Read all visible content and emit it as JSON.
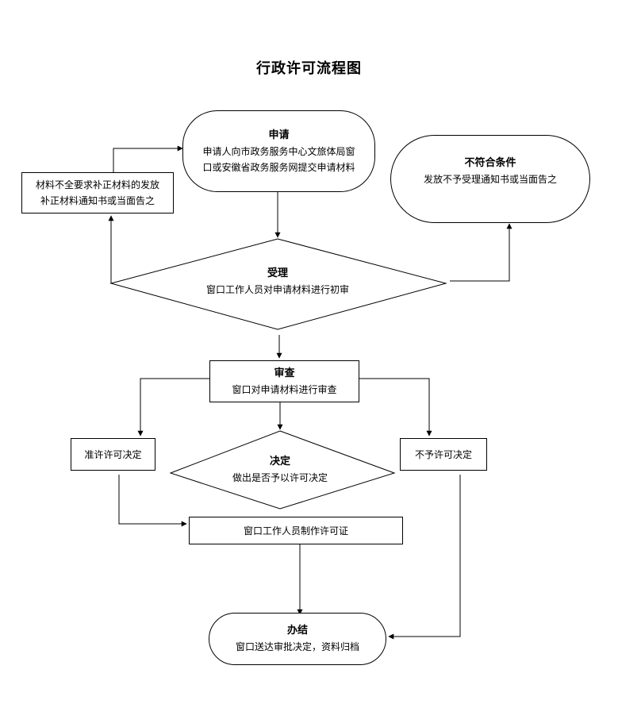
{
  "title": "行政许可流程图",
  "nodes": {
    "apply": {
      "heading": "申请",
      "line1": "申请人向市政务服务中心文旅体局窗",
      "line2": "口或安徽省政务服务网提交申请材料"
    },
    "supplement": {
      "line1": "材料不全要求补正材料的发放",
      "line2": "补正材料通知书或当面告之"
    },
    "ineligible": {
      "heading": "不符合条件",
      "line1": "发放不予受理通知书或当面告之"
    },
    "accept": {
      "heading": "受理",
      "line1": "窗口工作人员对申请材料进行初审"
    },
    "review": {
      "heading": "审查",
      "line1": "窗口对申请材料进行审查"
    },
    "approve": {
      "line1": "准许许可决定"
    },
    "decision": {
      "heading": "决定",
      "line1": "做出是否予以许可决定"
    },
    "reject": {
      "line1": "不予许可决定"
    },
    "certificate": {
      "line1": "窗口工作人员制作许可证"
    },
    "complete": {
      "heading": "办结",
      "line1": "窗口送达审批决定，资料归档"
    }
  },
  "colors": {
    "stroke": "#000000",
    "background": "#ffffff"
  }
}
